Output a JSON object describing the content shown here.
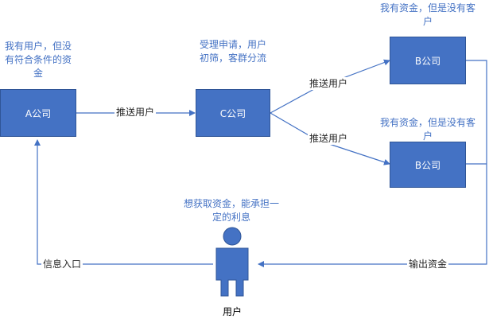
{
  "nodes": {
    "a": {
      "label": "A公司",
      "note": "我有用户，但没有符合条件的资金"
    },
    "c": {
      "label": "C公司",
      "note": "受理申请，用户初筛，客群分流"
    },
    "b1": {
      "label": "B公司",
      "note": "我有资金，但是没有客户"
    },
    "b2": {
      "label": "B公司",
      "note": "我有资金，但是没有客户"
    },
    "user": {
      "label": "用户",
      "note": "想获取资金，能承担一定的利息"
    }
  },
  "edges": {
    "a_to_c": "推送用户",
    "c_to_b1": "推送用户",
    "c_to_b2": "推送用户",
    "b_to_user": "输出资金",
    "user_to_a": "信息入口"
  },
  "colors": {
    "box": "#4472c4",
    "line": "#4472c4",
    "note": "#4472c4"
  }
}
